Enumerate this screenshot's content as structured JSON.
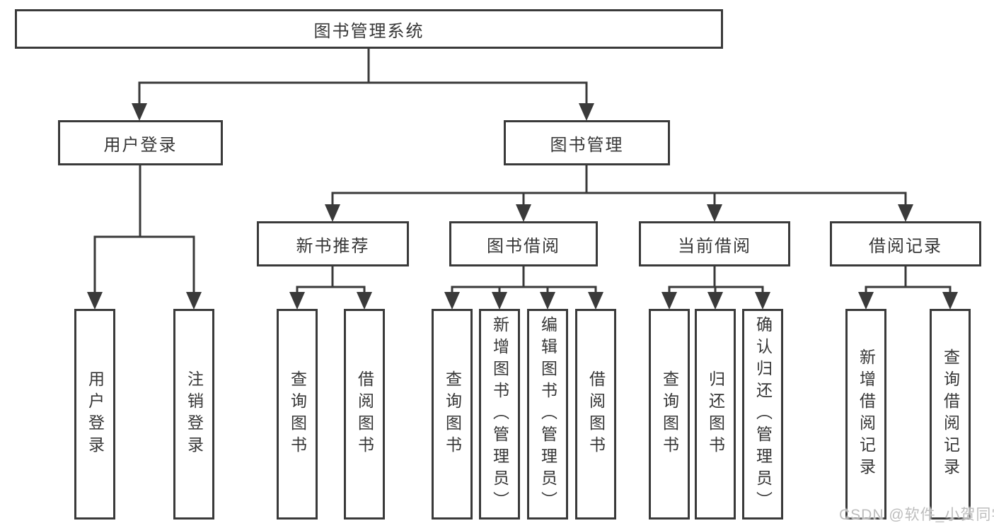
{
  "root": {
    "label": "图书管理系统",
    "children": [
      {
        "label": "用户登录",
        "children": [
          {
            "label": "用户登录"
          },
          {
            "label": "注销登录"
          }
        ]
      },
      {
        "label": "图书管理",
        "children": [
          {
            "label": "新书推荐",
            "children": [
              {
                "label": "查询图书"
              },
              {
                "label": "借阅图书"
              }
            ]
          },
          {
            "label": "图书借阅",
            "children": [
              {
                "label": "查询图书"
              },
              {
                "label": "新增图书（管理员）"
              },
              {
                "label": "编辑图书（管理员）"
              },
              {
                "label": "借阅图书"
              }
            ]
          },
          {
            "label": "当前借阅",
            "children": [
              {
                "label": "查询图书"
              },
              {
                "label": "归还图书"
              },
              {
                "label": "确认归还（管理员）"
              }
            ]
          },
          {
            "label": "借阅记录",
            "children": [
              {
                "label": "新增借阅记录"
              },
              {
                "label": "查询借阅记录"
              }
            ]
          }
        ]
      }
    ]
  },
  "watermark": "CSDN @软件_小贺同学",
  "colors": {
    "line": "#3a3a3a",
    "text": "#363636",
    "watermark": "#bdbdbd",
    "background": "#ffffff"
  }
}
